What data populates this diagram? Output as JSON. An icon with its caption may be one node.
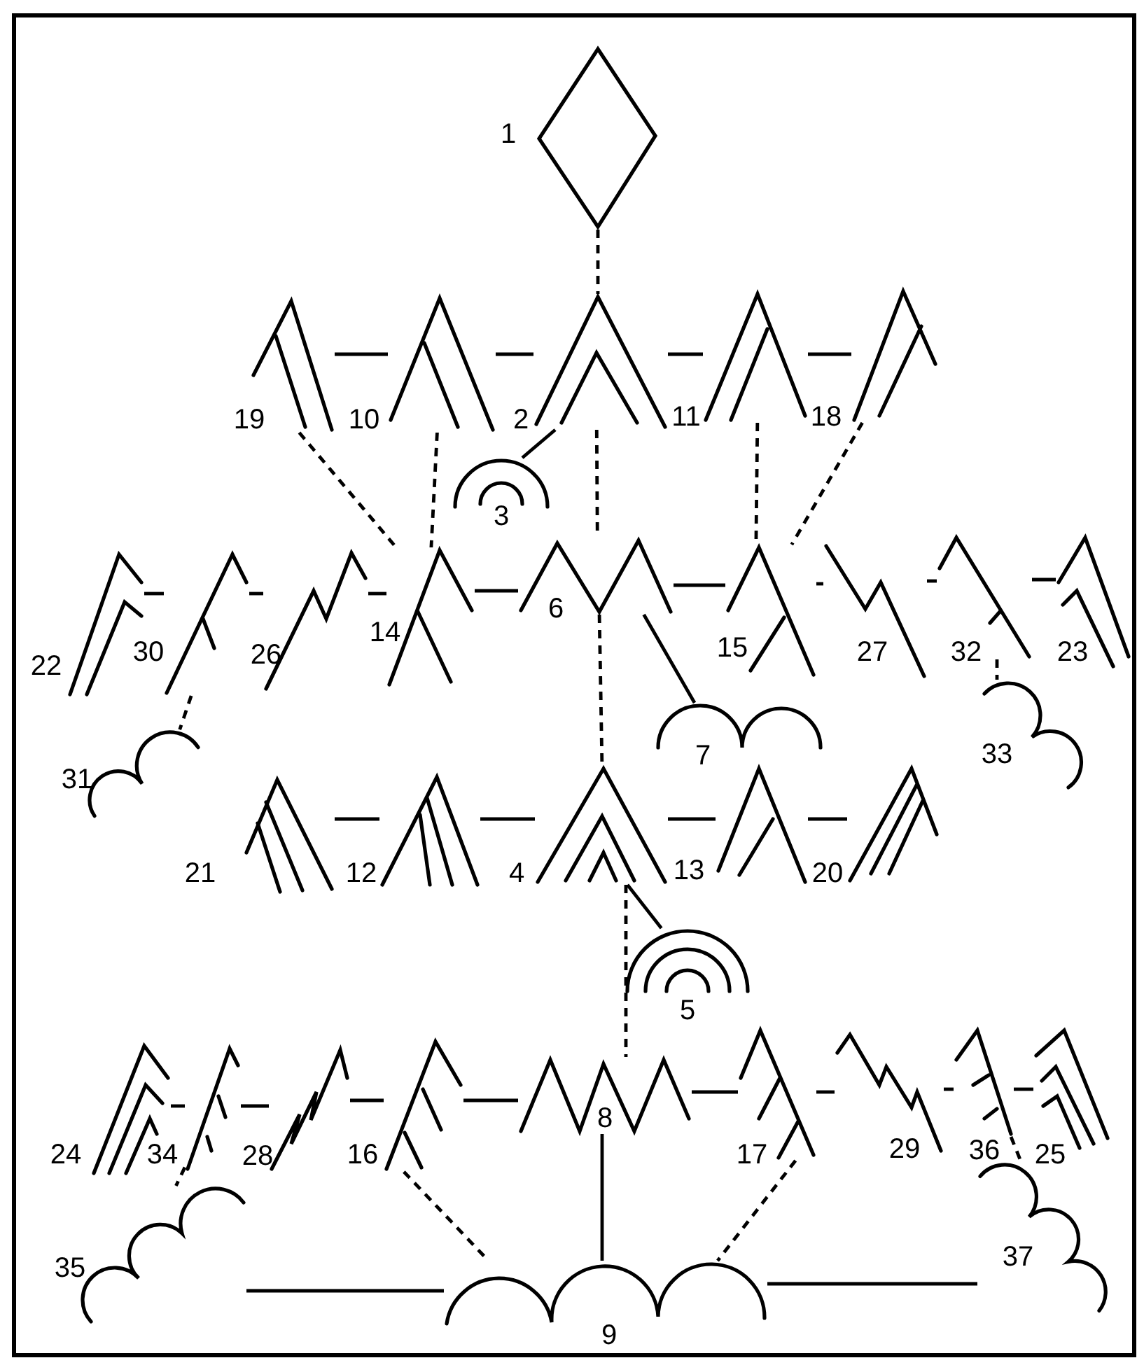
{
  "diagram": {
    "nodes": [
      {
        "text": [
          "1"
        ]
      },
      {
        "text": [
          "19"
        ]
      },
      {
        "text": [
          "10"
        ]
      },
      {
        "text": [
          "2"
        ]
      },
      {
        "text": [
          "11"
        ]
      },
      {
        "text": [
          "18"
        ]
      },
      {
        "text": [
          "3"
        ]
      },
      {
        "text": [
          "22"
        ]
      },
      {
        "text": [
          "30"
        ]
      },
      {
        "text": [
          "26"
        ]
      },
      {
        "text": [
          "14"
        ]
      },
      {
        "text": [
          "6"
        ]
      },
      {
        "text": [
          "15"
        ]
      },
      {
        "text": [
          "27"
        ]
      },
      {
        "text": [
          "32"
        ]
      },
      {
        "text": [
          "23"
        ]
      },
      {
        "text": [
          "31"
        ]
      },
      {
        "text": [
          "7"
        ]
      },
      {
        "text": [
          "33"
        ]
      },
      {
        "text": [
          "21"
        ]
      },
      {
        "text": [
          "12"
        ]
      },
      {
        "text": [
          "4"
        ]
      },
      {
        "text": [
          "13"
        ]
      },
      {
        "text": [
          "20"
        ]
      },
      {
        "text": [
          "5"
        ]
      },
      {
        "text": [
          "24"
        ]
      },
      {
        "text": [
          "34"
        ]
      },
      {
        "text": [
          "28"
        ]
      },
      {
        "text": [
          "16"
        ]
      },
      {
        "text": [
          "8"
        ]
      },
      {
        "text": [
          "17"
        ]
      },
      {
        "text": [
          "29"
        ]
      },
      {
        "text": [
          "36"
        ]
      },
      {
        "text": [
          "25"
        ]
      },
      {
        "text": [
          "35"
        ]
      },
      {
        "text": [
          "37"
        ]
      },
      {
        "text": [
          "9"
        ]
      }
    ],
    "edges": [
      {
        "from": 0,
        "to": 3,
        "arrow": "none",
        "style": "dashed"
      },
      {
        "from": 1,
        "to": 2,
        "arrow": "none"
      },
      {
        "from": 2,
        "to": 3,
        "arrow": "none"
      },
      {
        "from": 3,
        "to": 4,
        "arrow": "none"
      },
      {
        "from": 4,
        "to": 5,
        "arrow": "none"
      },
      {
        "from": 6,
        "to": 3,
        "arrow": "none"
      },
      {
        "from": 1,
        "to": 10,
        "arrow": "none",
        "style": "dashed"
      },
      {
        "from": 2,
        "to": 10,
        "arrow": "none",
        "style": "dashed"
      },
      {
        "from": 3,
        "to": 11,
        "arrow": "none",
        "style": "dashed"
      },
      {
        "from": 4,
        "to": 12,
        "arrow": "none",
        "style": "dashed"
      },
      {
        "from": 5,
        "to": 12,
        "arrow": "none",
        "style": "dashed"
      },
      {
        "from": 7,
        "to": 8,
        "arrow": "none"
      },
      {
        "from": 8,
        "to": 9,
        "arrow": "none"
      },
      {
        "from": 9,
        "to": 10,
        "arrow": "none"
      },
      {
        "from": 10,
        "to": 11,
        "arrow": "none"
      },
      {
        "from": 11,
        "to": 12,
        "arrow": "none"
      },
      {
        "from": 12,
        "to": 13,
        "arrow": "none"
      },
      {
        "from": 13,
        "to": 14,
        "arrow": "none"
      },
      {
        "from": 14,
        "to": 15,
        "arrow": "none"
      },
      {
        "from": 8,
        "to": 16,
        "arrow": "none",
        "style": "dashed"
      },
      {
        "from": 14,
        "to": 18,
        "arrow": "none",
        "style": "dashed"
      },
      {
        "from": 11,
        "to": 17,
        "arrow": "none"
      },
      {
        "from": 11,
        "to": 21,
        "arrow": "none",
        "style": "dashed"
      },
      {
        "from": 19,
        "to": 20,
        "arrow": "none"
      },
      {
        "from": 20,
        "to": 21,
        "arrow": "none"
      },
      {
        "from": 21,
        "to": 22,
        "arrow": "none"
      },
      {
        "from": 22,
        "to": 23,
        "arrow": "none"
      },
      {
        "from": 21,
        "to": 24,
        "arrow": "none"
      },
      {
        "from": 21,
        "to": 29,
        "arrow": "none",
        "style": "dashed"
      },
      {
        "from": 25,
        "to": 26,
        "arrow": "none"
      },
      {
        "from": 26,
        "to": 27,
        "arrow": "none"
      },
      {
        "from": 27,
        "to": 28,
        "arrow": "none"
      },
      {
        "from": 28,
        "to": 29,
        "arrow": "none"
      },
      {
        "from": 29,
        "to": 30,
        "arrow": "none"
      },
      {
        "from": 30,
        "to": 31,
        "arrow": "none"
      },
      {
        "from": 31,
        "to": 32,
        "arrow": "none"
      },
      {
        "from": 32,
        "to": 33,
        "arrow": "none"
      },
      {
        "from": 26,
        "to": 34,
        "arrow": "none",
        "style": "dashed"
      },
      {
        "from": 32,
        "to": 35,
        "arrow": "none",
        "style": "dashed"
      },
      {
        "from": 28,
        "to": 36,
        "arrow": "none",
        "style": "dashed"
      },
      {
        "from": 30,
        "to": 36,
        "arrow": "none",
        "style": "dashed"
      },
      {
        "from": 29,
        "to": 36,
        "arrow": "none"
      },
      {
        "from": 34,
        "to": 36,
        "arrow": "none"
      },
      {
        "from": 36,
        "to": 35,
        "arrow": "none"
      }
    ]
  }
}
